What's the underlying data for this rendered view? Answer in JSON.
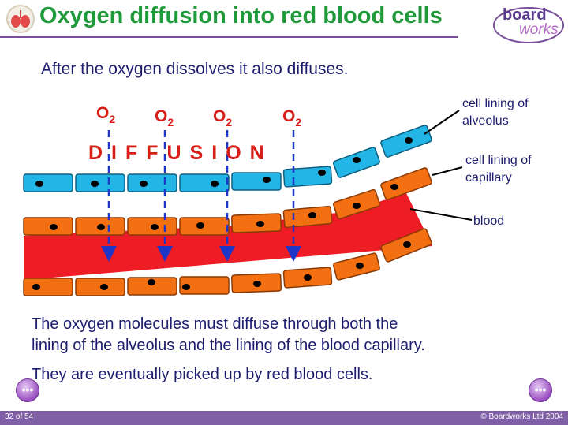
{
  "header": {
    "title": "Oxygen diffusion into red blood cells",
    "logo_line1": "board",
    "logo_line2": "works"
  },
  "intro_text": "After the oxygen dissolves it also diffuses.",
  "diagram": {
    "oxygen_label_main": "O",
    "oxygen_label_sub": "2",
    "diffusion_word": "DIFFUSION",
    "labels": {
      "alveolus_line1": "cell lining of",
      "alveolus_line2": "alveolus",
      "capillary_line1": "cell lining of",
      "capillary_line2": "capillary",
      "blood": "blood"
    },
    "colors": {
      "alveolus_cell": "#22b5e6",
      "capillary_cell": "#f26f12",
      "blood": "#ee1c25",
      "nucleus": "#000000",
      "arrow": "#1d36c8",
      "label_red": "#d91e18"
    }
  },
  "paragraphs": {
    "p1_line1": "The oxygen molecules must diffuse through both the",
    "p1_line2": "lining of the alveolus and the lining of the blood capillary.",
    "p2": "They are eventually picked up by red blood cells."
  },
  "footer": {
    "page": "32 of 54",
    "copyright": "© Boardworks Ltd 2004"
  },
  "nav": {
    "prev_icon": "ellipsis-icon",
    "next_icon": "ellipsis-icon",
    "dots": "•••"
  }
}
